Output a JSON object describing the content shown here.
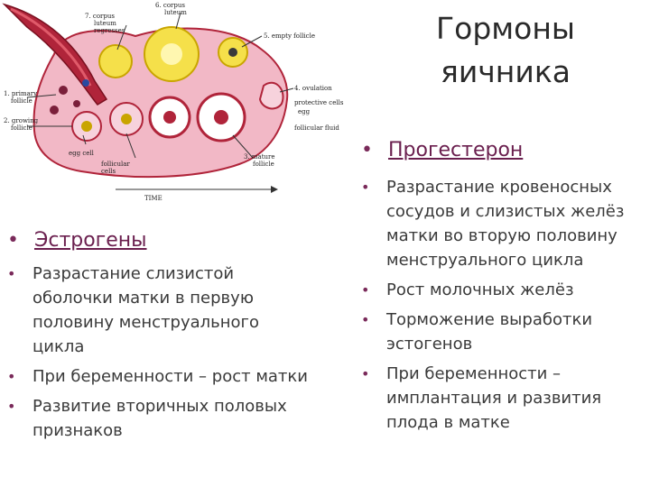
{
  "title": {
    "line1": "Гормоны",
    "line2": "яичника"
  },
  "diagram": {
    "labels": {
      "l7": "7. corpus",
      "l7b": "luteum",
      "l7c": "regresses",
      "l6": "6. corpus",
      "l6b": "luteum",
      "l5": "5. empty follicle",
      "l4": "4. ovulation",
      "protective": "protective cells",
      "egg": "egg",
      "follicular_fluid": "follicular fluid",
      "l1": "1. primary",
      "l1b": "follicle",
      "l2": "2. growing",
      "l2b": "follicle",
      "egg_cell": "egg cell",
      "follicular": "follicular",
      "follicular_b": "cells",
      "l3": "3. mature",
      "l3b": "follicle",
      "time": "TIME"
    }
  },
  "progesterone": {
    "heading": "Прогестерон",
    "items": [
      "Разрастание кровеносных сосудов и слизистых желёз матки во вторую половину менструального цикла",
      "Рост молочных желёз",
      "Торможение выработки эстогенов",
      "При беременности – имплантация и развития плода в матке"
    ]
  },
  "estrogens": {
    "heading": "Эстрогены",
    "items": [
      "Разрастание слизистой оболочки матки в первую половину менструального цикла",
      "При беременности – рост матки",
      "Развитие вторичных половых признаков"
    ]
  },
  "bullet_char": "•",
  "colors": {
    "accent": "#6a1f4e",
    "ovary": "#f2b8c6",
    "corpus": "#f5e04a",
    "vessel": "#b0243a"
  }
}
